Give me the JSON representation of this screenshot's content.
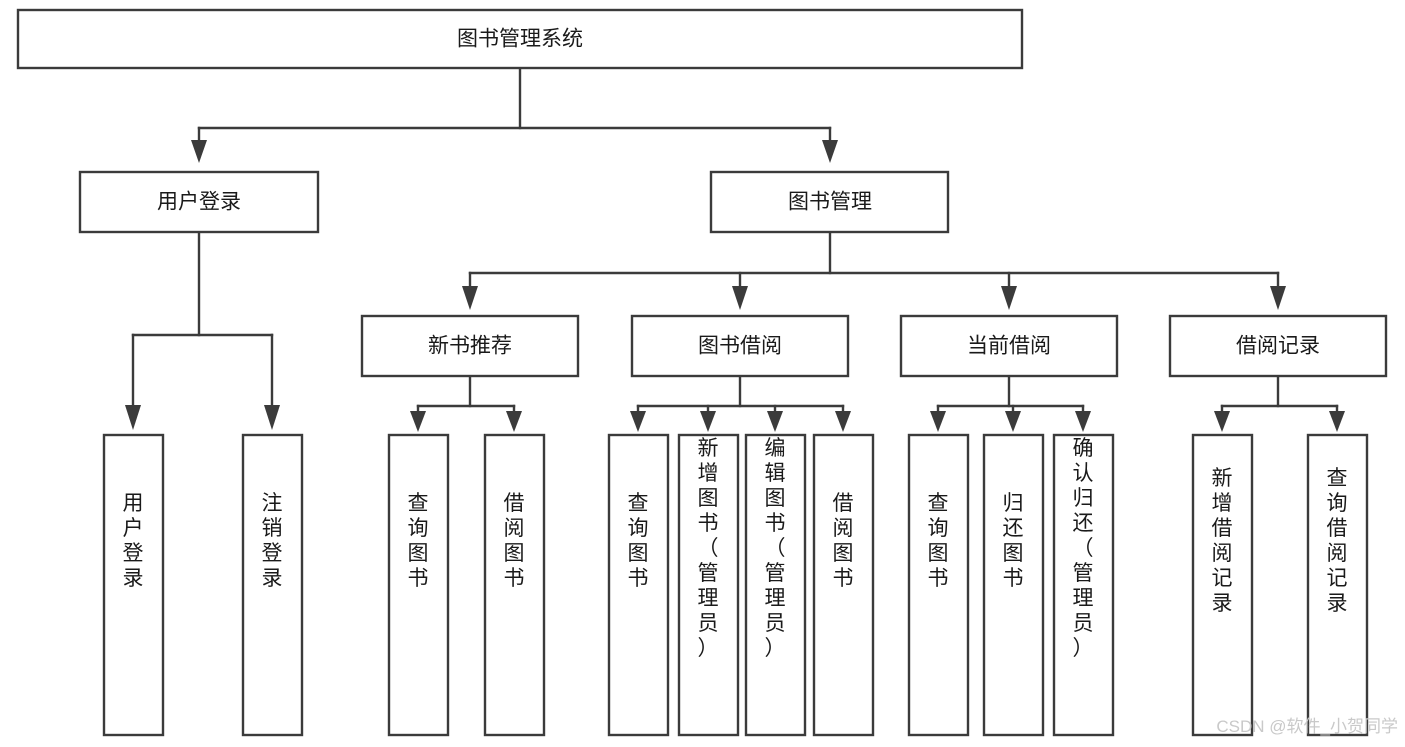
{
  "diagram": {
    "title": "图书管理系统",
    "type": "hierarchy-tree",
    "orientation": "top-down",
    "colors": {
      "stroke": "#3b3b3b",
      "box_fill": "#ffffff",
      "text": "#1a1a1a",
      "background": "#ffffff",
      "watermark": "#c9c9c9"
    },
    "root": {
      "id": "root",
      "label": "图书管理系统"
    },
    "level2": [
      {
        "id": "user-login",
        "label": "用户登录"
      },
      {
        "id": "book-management",
        "label": "图书管理"
      }
    ],
    "level3": [
      {
        "id": "new-book-recommend",
        "label": "新书推荐",
        "parent": "book-management"
      },
      {
        "id": "book-borrow",
        "label": "图书借阅",
        "parent": "book-management"
      },
      {
        "id": "current-borrow",
        "label": "当前借阅",
        "parent": "book-management"
      },
      {
        "id": "borrow-record",
        "label": "借阅记录",
        "parent": "book-management"
      }
    ],
    "leaves": [
      {
        "id": "leaf-user-login",
        "label": "用户登录",
        "parent": "user-login"
      },
      {
        "id": "leaf-logout-login",
        "label": "注销登录",
        "parent": "user-login"
      },
      {
        "id": "leaf-query-book-1",
        "label": "查询图书",
        "parent": "new-book-recommend"
      },
      {
        "id": "leaf-borrow-book-1",
        "label": "借阅图书",
        "parent": "new-book-recommend"
      },
      {
        "id": "leaf-query-book-2",
        "label": "查询图书",
        "parent": "book-borrow"
      },
      {
        "id": "leaf-add-book",
        "label": "新增图书（管理员）",
        "parent": "book-borrow"
      },
      {
        "id": "leaf-edit-book",
        "label": "编辑图书（管理员）",
        "parent": "book-borrow"
      },
      {
        "id": "leaf-borrow-book-2",
        "label": "借阅图书",
        "parent": "book-borrow"
      },
      {
        "id": "leaf-query-book-3",
        "label": "查询图书",
        "parent": "current-borrow"
      },
      {
        "id": "leaf-return-book",
        "label": "归还图书",
        "parent": "current-borrow"
      },
      {
        "id": "leaf-confirm-return",
        "label": "确认归还（管理员）",
        "parent": "current-borrow"
      },
      {
        "id": "leaf-add-record",
        "label": "新增借阅记录",
        "parent": "borrow-record"
      },
      {
        "id": "leaf-query-record",
        "label": "查询借阅记录",
        "parent": "borrow-record"
      }
    ],
    "watermark": "CSDN @软件_小贺同学"
  }
}
